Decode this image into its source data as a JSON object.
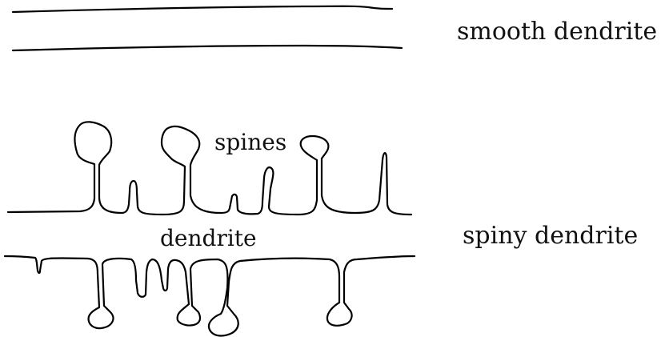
{
  "labels": {
    "smooth": "smooth dendrite",
    "spines": "spines",
    "dendrite": "dendrite",
    "spiny": "spiny dendrite"
  }
}
